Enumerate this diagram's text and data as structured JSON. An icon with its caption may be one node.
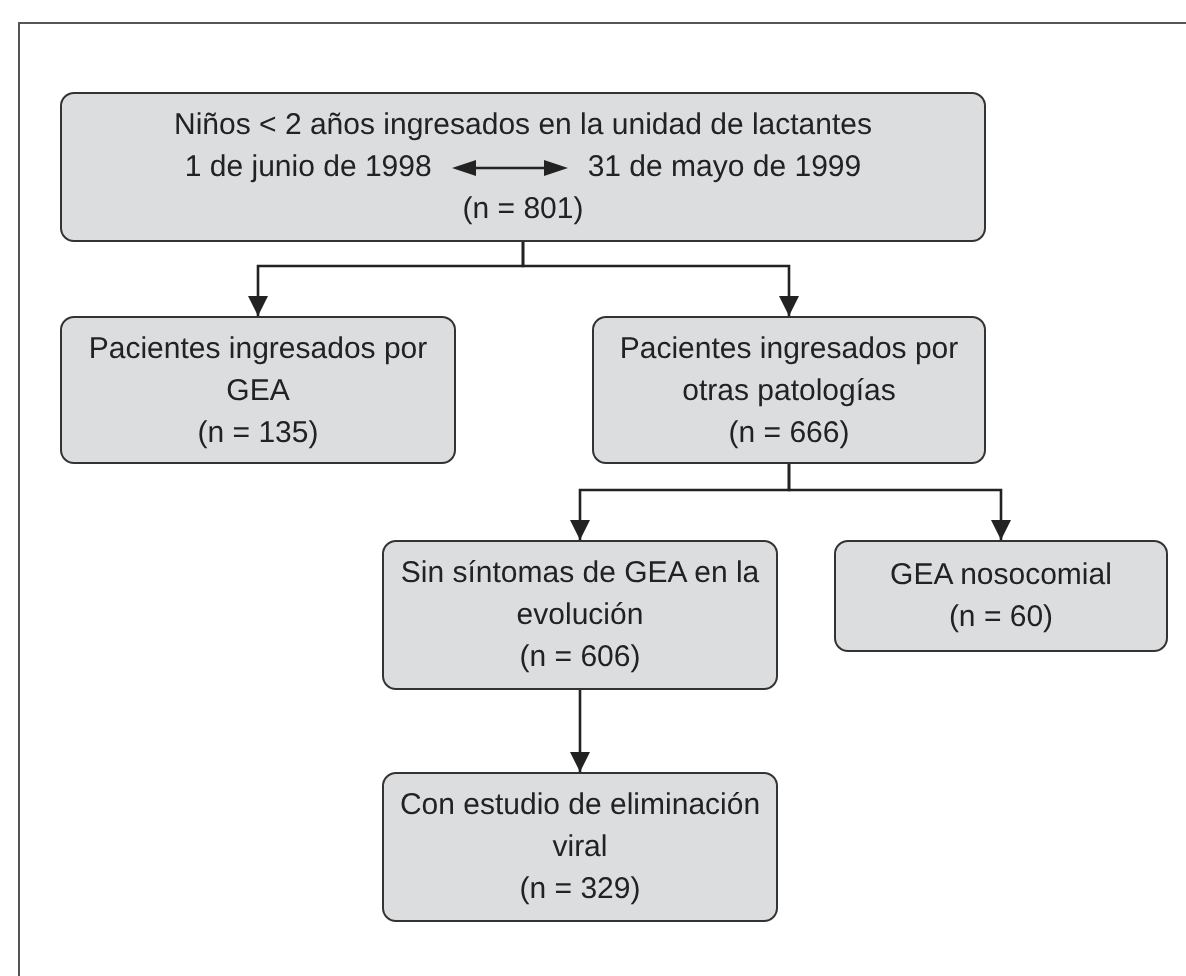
{
  "diagram": {
    "nodes": [
      {
        "text": [
          "Niños < 2 años ingresados en la unidad de lactantes",
          "1 de junio de 1998",
          "31 de mayo de 1999",
          "(n = 801)"
        ]
      },
      {
        "text": [
          "Pacientes ingresados por GEA",
          "(n = 135)"
        ]
      },
      {
        "text": [
          "Pacientes ingresados por otras patologías",
          "(n = 666)"
        ]
      },
      {
        "text": [
          "Sin síntomas de GEA en la evolución",
          "(n = 606)"
        ]
      },
      {
        "text": [
          "GEA nosocomial",
          "(n = 60)"
        ]
      },
      {
        "text": [
          "Con estudio de eliminación viral",
          "(n = 329)"
        ]
      }
    ],
    "edges": [
      {
        "from": 0,
        "to": 1,
        "arrow": "to"
      },
      {
        "from": 0,
        "to": 2,
        "arrow": "to"
      },
      {
        "from": 2,
        "to": 3,
        "arrow": "to"
      },
      {
        "from": 2,
        "to": 4,
        "arrow": "to"
      },
      {
        "from": 3,
        "to": 5,
        "arrow": "to"
      }
    ]
  }
}
